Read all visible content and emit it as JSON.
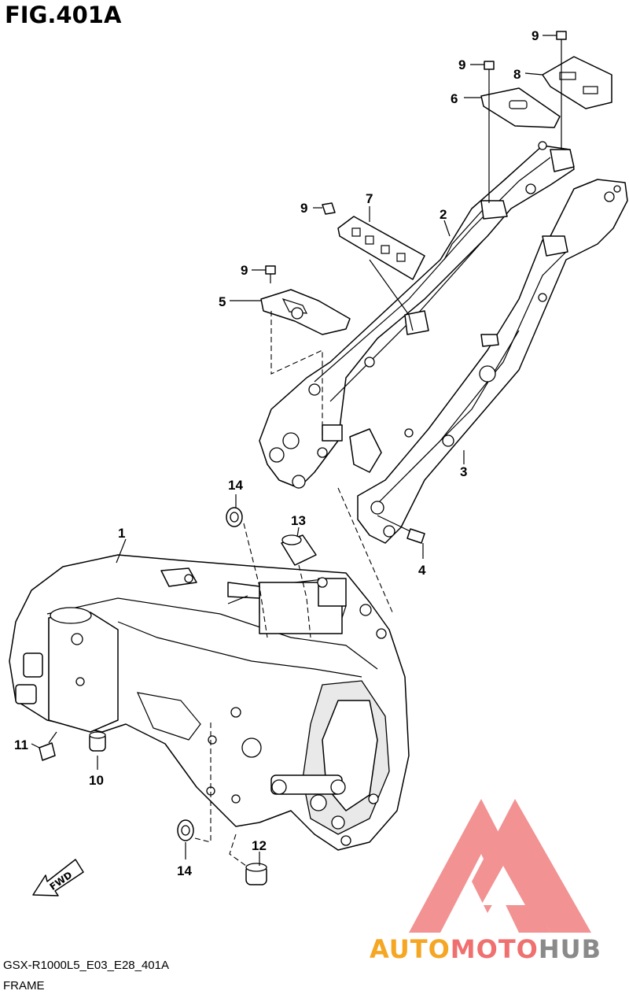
{
  "figure": {
    "title": "FIG.401A",
    "code": "GSX-R1000L5_E03_E28_401A",
    "name": "FRAME",
    "fwd_label": "FWD"
  },
  "callouts": [
    {
      "id": "p1",
      "label": "1"
    },
    {
      "id": "p2",
      "label": "2"
    },
    {
      "id": "p3",
      "label": "3"
    },
    {
      "id": "p4",
      "label": "4"
    },
    {
      "id": "p5",
      "label": "5"
    },
    {
      "id": "p6",
      "label": "6"
    },
    {
      "id": "p7",
      "label": "7"
    },
    {
      "id": "p8",
      "label": "8"
    },
    {
      "id": "p9a",
      "label": "9"
    },
    {
      "id": "p9b",
      "label": "9"
    },
    {
      "id": "p9c",
      "label": "9"
    },
    {
      "id": "p9d",
      "label": "9"
    },
    {
      "id": "p10",
      "label": "10"
    },
    {
      "id": "p11",
      "label": "11"
    },
    {
      "id": "p12",
      "label": "12"
    },
    {
      "id": "p13",
      "label": "13"
    },
    {
      "id": "p14a",
      "label": "14"
    },
    {
      "id": "p14b",
      "label": "14"
    }
  ],
  "watermark": {
    "part1": "AUTO",
    "part2": "MOTO",
    "part3": "HUB",
    "color_orange": "#f5a623",
    "color_red": "#f07070",
    "color_gray": "#8a8a8a"
  }
}
